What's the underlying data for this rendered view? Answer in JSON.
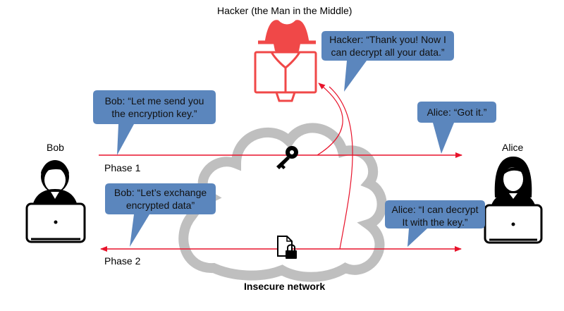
{
  "hacker": {
    "title": "Hacker (the Man in the Middle)",
    "bubble": [
      "Hacker: “Thank you! Now I",
      "can decrypt all your data.”"
    ],
    "color": "#f04848"
  },
  "bob": {
    "name": "Bob",
    "bubble_phase1": [
      "Bob: “Let me send you",
      "the encryption key.”"
    ],
    "bubble_phase2": [
      "Bob: “Let’s exchange",
      "encrypted data”"
    ]
  },
  "alice": {
    "name": "Alice",
    "bubble_phase1": [
      "Alice: “Got it.”"
    ],
    "bubble_phase2": [
      "Alice: “I can decrypt",
      "It with the key.”"
    ]
  },
  "phases": [
    "Phase 1",
    "Phase 2"
  ],
  "network": {
    "label": "Insecure network",
    "cloud_color": "#bfbfbf"
  },
  "colors": {
    "bubble": "#5b86bd",
    "arrow": "#e8132b",
    "figure": "#000000"
  },
  "icons": [
    "key-icon",
    "locked-document-icon",
    "hacker-icon",
    "bob-icon",
    "alice-icon",
    "laptop-icon"
  ]
}
